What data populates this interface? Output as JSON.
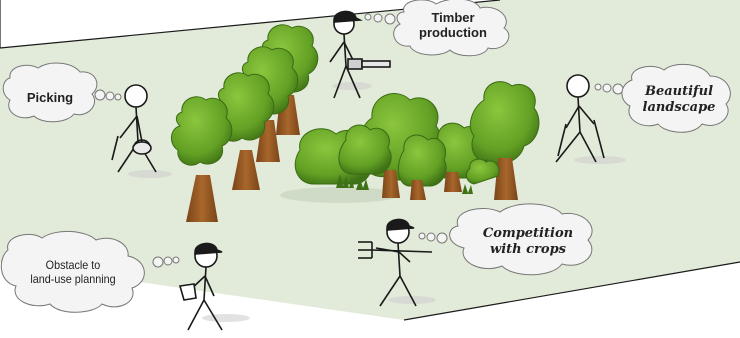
{
  "colors": {
    "ground": "#e2ebd9",
    "foliage": "#6aa328",
    "foliage_dark": "#3f7216",
    "trunk": "#9a5a25",
    "bubble": "#f4f4f4",
    "line": "#1a1a1a"
  },
  "thoughts": {
    "timber": "Timber\nproduction",
    "picking": "Picking",
    "landscape": "Beautiful\nlandscape",
    "obstacle": "Obstacle to\nland-use planning",
    "competition": "Competition\nwith crops"
  },
  "figures": {
    "timber": {
      "activity": "chainsaw",
      "hat": "cap"
    },
    "picking": {
      "activity": "basket",
      "hat": "none"
    },
    "landscape": {
      "activity": "walking-poles",
      "hat": "none"
    },
    "obstacle": {
      "activity": "papers",
      "hat": "cap"
    },
    "competition": {
      "activity": "pitchfork",
      "hat": "cap"
    }
  }
}
